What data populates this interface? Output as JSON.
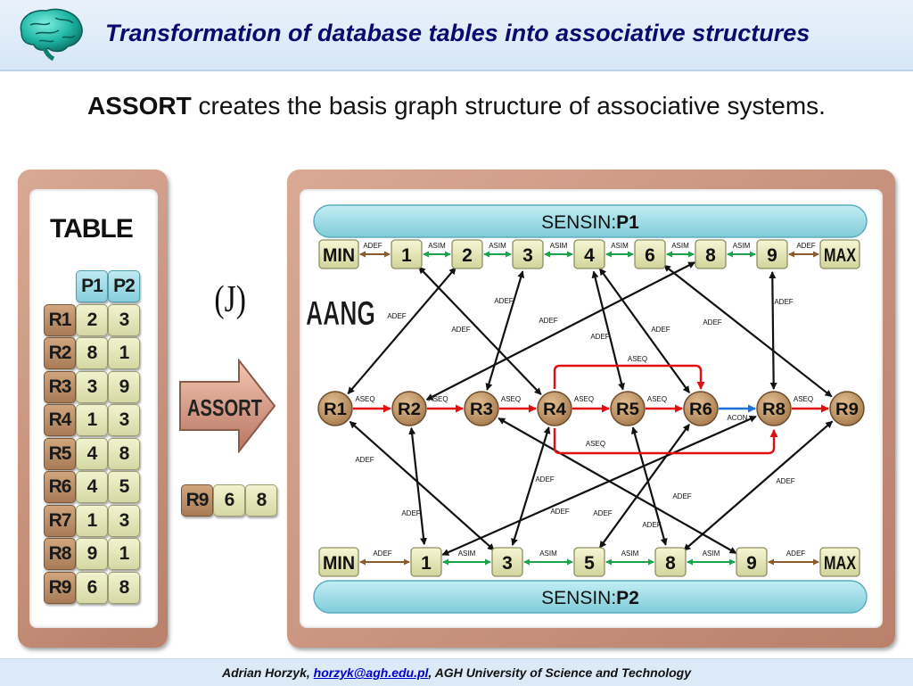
{
  "header": {
    "title": "Transformation of database tables into associative structures"
  },
  "subtitle": {
    "bold": "ASSORT",
    "rest": " creates the basis graph structure of associative systems."
  },
  "table": {
    "title": "TABLE",
    "columns": [
      "P1",
      "P2"
    ],
    "rows": [
      {
        "id": "R1",
        "p1": "2",
        "p2": "3"
      },
      {
        "id": "R2",
        "p1": "8",
        "p2": "1"
      },
      {
        "id": "R3",
        "p1": "3",
        "p2": "9"
      },
      {
        "id": "R4",
        "p1": "1",
        "p2": "3"
      },
      {
        "id": "R5",
        "p1": "4",
        "p2": "8"
      },
      {
        "id": "R6",
        "p1": "4",
        "p2": "5"
      },
      {
        "id": "R7",
        "p1": "1",
        "p2": "3"
      },
      {
        "id": "R8",
        "p1": "9",
        "p2": "1"
      },
      {
        "id": "R9",
        "p1": "6",
        "p2": "8"
      }
    ]
  },
  "process": {
    "j_label": "(J)",
    "arrow_label": "ASSORT"
  },
  "current_record": {
    "id": "R9",
    "p1": "6",
    "p2": "8"
  },
  "graph": {
    "label": "AANG",
    "sensin_p1": {
      "prefix": "SENSIN:",
      "attr": "P1"
    },
    "sensin_p2": {
      "prefix": "SENSIN:",
      "attr": "P2"
    },
    "p1_nodes": [
      "MIN",
      "1",
      "2",
      "3",
      "4",
      "6",
      "8",
      "9",
      "MAX"
    ],
    "p2_nodes": [
      "MIN",
      "1",
      "3",
      "5",
      "8",
      "9",
      "MAX"
    ],
    "p1_links": [
      "ADEF",
      "ASIM",
      "ASIM",
      "ASIM",
      "ASIM",
      "ASIM",
      "ASIM",
      "ADEF"
    ],
    "p2_links": [
      "ADEF",
      "ASIM",
      "ASIM",
      "ASIM",
      "ASIM",
      "ADEF"
    ],
    "record_nodes": [
      "R1",
      "R2",
      "R3",
      "R4",
      "R5",
      "R6",
      "R8",
      "R9"
    ],
    "record_links": [
      "ASEQ",
      "ASEQ",
      "ASEQ",
      "ASEQ",
      "ASEQ",
      "ACON",
      "ASEQ"
    ],
    "extra_links": [
      "ASEQ",
      "ASEQ"
    ],
    "edge_label": "ADEF",
    "colors": {
      "sensin": "#8fd7e3",
      "adef": "#8a5a2b",
      "asim": "#1aa34a",
      "aseq": "#e01010",
      "acon": "#1c6fd6",
      "edge": "#111111"
    }
  },
  "footer": {
    "author": "Adrian Horzyk, ",
    "email": "horzyk@agh.edu.pl",
    "affiliation": ", AGH University of Science and Technology"
  }
}
